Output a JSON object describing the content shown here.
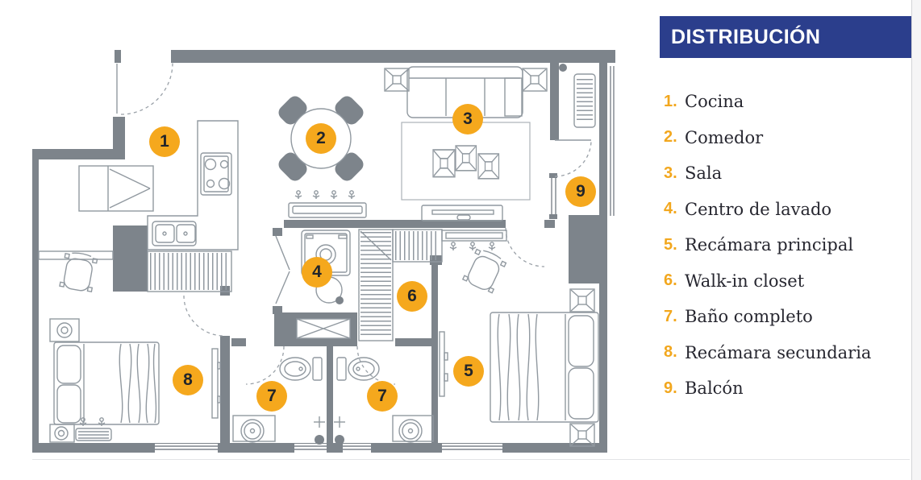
{
  "legend": {
    "title": "DISTRIBUCIÓN",
    "items": [
      {
        "number": "1.",
        "label": "Cocina"
      },
      {
        "number": "2.",
        "label": "Comedor"
      },
      {
        "number": "3.",
        "label": "Sala"
      },
      {
        "number": "4.",
        "label": "Centro de lavado"
      },
      {
        "number": "5.",
        "label": "Recámara principal"
      },
      {
        "number": "6.",
        "label": "Walk-in closet"
      },
      {
        "number": "7.",
        "label": "Baño completo"
      },
      {
        "number": "8.",
        "label": "Recámara secundaria"
      },
      {
        "number": "9.",
        "label": "Balcón"
      }
    ]
  },
  "plan": {
    "markers": [
      {
        "number": "1"
      },
      {
        "number": "2"
      },
      {
        "number": "3"
      },
      {
        "number": "4"
      },
      {
        "number": "5"
      },
      {
        "number": "6"
      },
      {
        "number": "7"
      },
      {
        "number": "7"
      },
      {
        "number": "8"
      },
      {
        "number": "9"
      }
    ]
  },
  "colors": {
    "accent_orange": "#F5A81D",
    "header_blue": "#2B3E8C",
    "wall_gray": "#7D848B",
    "text_navy": "#272730"
  }
}
